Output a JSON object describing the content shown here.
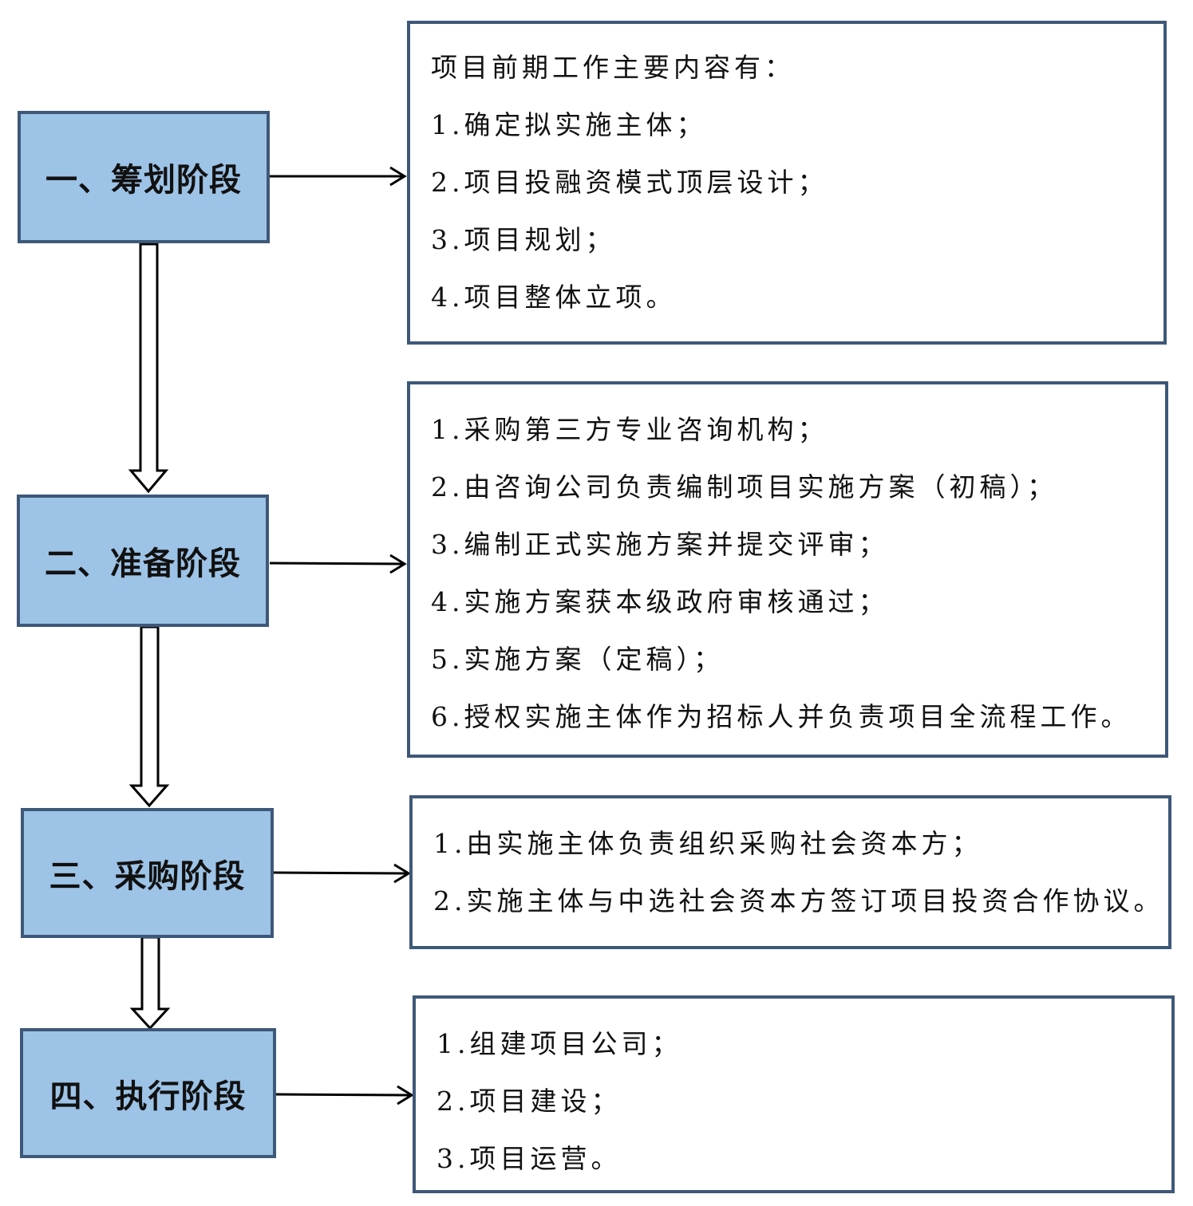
{
  "phases": [
    {
      "title": "一、筹划阶段",
      "details": [
        "项目前期工作主要内容有：",
        "1.确定拟实施主体；",
        "2.项目投融资模式顶层设计；",
        "3.项目规划；",
        "4.项目整体立项。"
      ]
    },
    {
      "title": "二、准备阶段",
      "details": [
        "1.采购第三方专业咨询机构；",
        "2.由咨询公司负责编制项目实施方案（初稿）；",
        "3.编制正式实施方案并提交评审；",
        "4.实施方案获本级政府审核通过；",
        "5.实施方案（定稿）；",
        "6.授权实施主体作为招标人并负责项目全流程工作。"
      ]
    },
    {
      "title": "三、采购阶段",
      "details": [
        "1.由实施主体负责组织采购社会资本方；",
        "2.实施主体与中选社会资本方签订项目投资合作协议。"
      ]
    },
    {
      "title": "四、执行阶段",
      "details": [
        "1.组建项目公司；",
        "2.项目建设；",
        "3.项目运营。"
      ]
    }
  ],
  "colors": {
    "phase_fill": "#9dc3e6",
    "border": "#3e5878",
    "arrow": "#000000"
  }
}
